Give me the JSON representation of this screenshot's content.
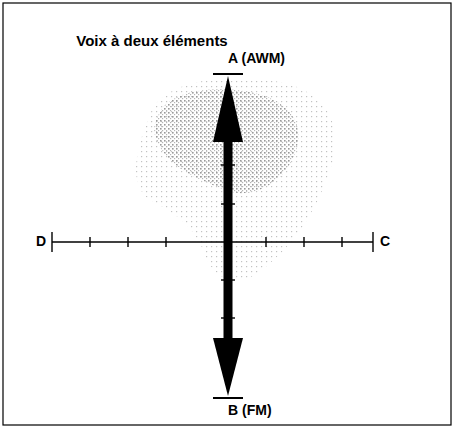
{
  "diagram": {
    "title": "Voix à deux éléments",
    "labels": [
      "A (AWM)",
      "D",
      "C",
      "B (FM)"
    ]
  }
}
